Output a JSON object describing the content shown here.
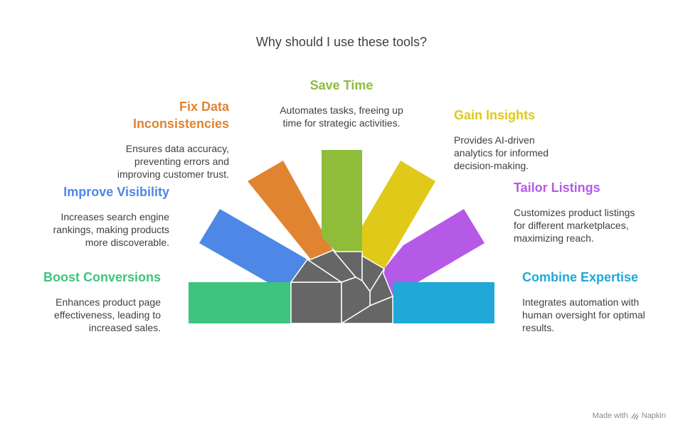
{
  "title": "Why should I use these tools?",
  "items": [
    {
      "key": "boost-conversions",
      "title": "Boost Conversions",
      "description": "Enhances product page effectiveness, leading to increased sales.",
      "color": "#3ec47e"
    },
    {
      "key": "improve-visibility",
      "title": "Improve Visibility",
      "description": "Increases search engine rankings, making products more discoverable.",
      "color": "#4f87e6"
    },
    {
      "key": "fix-data-inconsistencies",
      "title_line1": "Fix Data",
      "title_line2": "Inconsistencies",
      "description": "Ensures data accuracy, preventing errors and improving customer trust.",
      "color": "#e08432"
    },
    {
      "key": "save-time",
      "title": "Save Time",
      "description": "Automates tasks, freeing up time for strategic activities.",
      "color": "#8fbd3a"
    },
    {
      "key": "gain-insights",
      "title": "Gain Insights",
      "description": "Provides AI-driven analytics for informed decision-making.",
      "color": "#e0c918"
    },
    {
      "key": "tailor-listings",
      "title": "Tailor Listings",
      "description": "Customizes product listings for different marketplaces, maximizing reach.",
      "color": "#b45ae6"
    },
    {
      "key": "combine-expertise",
      "title": "Combine Expertise",
      "description": "Integrates automation with human oversight for optimal results.",
      "color": "#1fa8d8"
    }
  ],
  "center_color": "#666666",
  "footer": {
    "made_with": "Made with",
    "brand": "Napkin"
  }
}
